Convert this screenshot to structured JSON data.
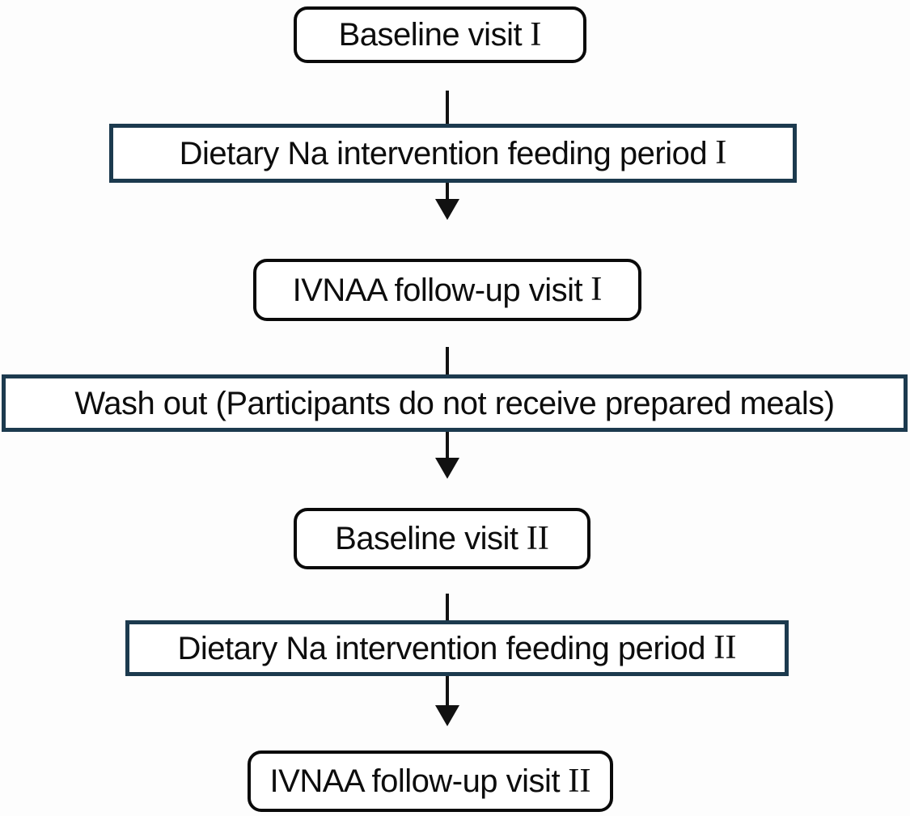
{
  "colors": {
    "rounded_box_border": "#0a0a0a",
    "rect_box_border": "#1c3a4e",
    "text": "#0d0d0d",
    "connector": "#111111",
    "background": "#fdfdfd"
  },
  "flowchart": {
    "nodes": [
      {
        "label": "Baseline visit",
        "numeral": "I",
        "shape": "rounded"
      },
      {
        "label": "Dietary Na intervention feeding period",
        "numeral": "I",
        "shape": "rectangle"
      },
      {
        "label": "IVNAA follow-up visit",
        "numeral": "I",
        "shape": "rounded"
      },
      {
        "label": "Wash out (Participants do not receive prepared meals)",
        "numeral": "",
        "shape": "rectangle"
      },
      {
        "label": "Baseline visit",
        "numeral": "II",
        "shape": "rounded"
      },
      {
        "label": "Dietary Na intervention feeding period",
        "numeral": "II",
        "shape": "rectangle"
      },
      {
        "label": "IVNAA follow-up visit",
        "numeral": "II",
        "shape": "rounded"
      }
    ]
  }
}
